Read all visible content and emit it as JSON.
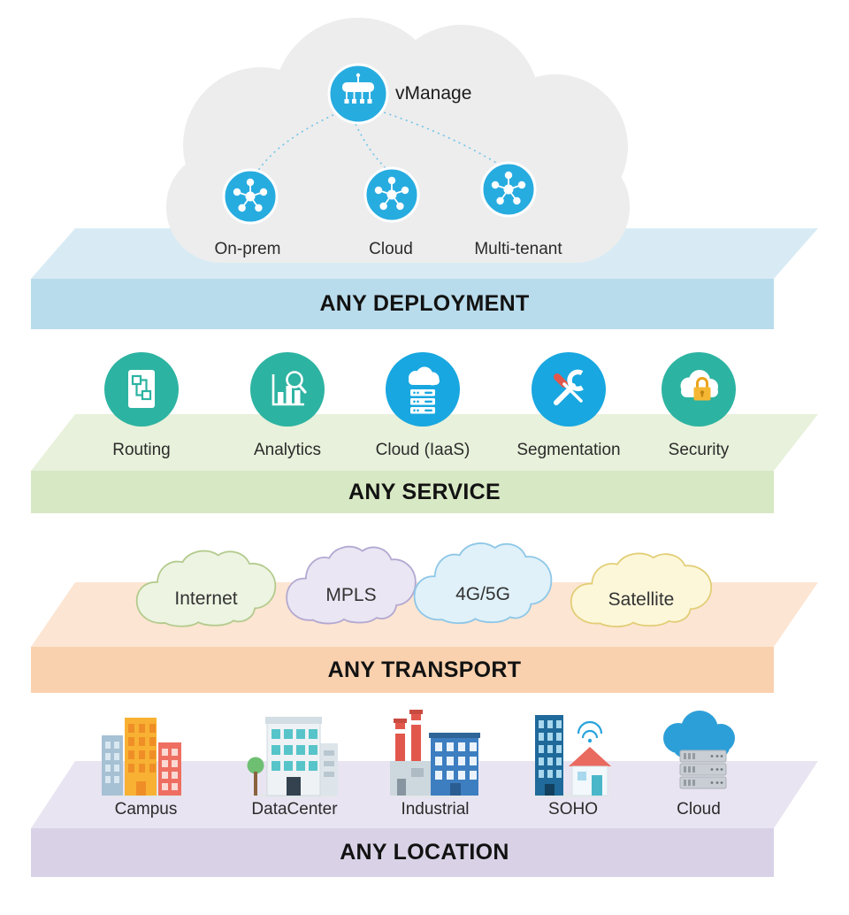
{
  "diagram": {
    "header": {
      "manager": {
        "label": "vManage",
        "icon": "controller-switch-icon",
        "color": "#27ace0"
      },
      "nodes": [
        {
          "label": "On-prem",
          "icon": "network-hub-icon",
          "color": "#27ace0"
        },
        {
          "label": "Cloud",
          "icon": "network-hub-icon",
          "color": "#27ace0"
        },
        {
          "label": "Multi-tenant",
          "icon": "network-hub-icon",
          "color": "#27ace0"
        }
      ],
      "link_style": "dotted",
      "link_color": "#6fc4ea",
      "cloud_color": "#ededed"
    },
    "layers": {
      "deployment": {
        "label": "ANY DEPLOYMENT",
        "top_color": "#d8ebf5",
        "front_color": "#b9dcec"
      },
      "service": {
        "label": "ANY SERVICE",
        "top_color": "#e8f1db",
        "front_color": "#d7e8c4",
        "items": [
          {
            "label": "Routing",
            "icon": "routing-document-icon",
            "color": "#2db3a2"
          },
          {
            "label": "Analytics",
            "icon": "analytics-magnifier-icon",
            "color": "#2db3a2"
          },
          {
            "label": "Cloud (IaaS)",
            "icon": "cloud-servers-icon",
            "color": "#18a7e0"
          },
          {
            "label": "Segmentation",
            "icon": "crossed-tools-icon",
            "color": "#18a7e0"
          },
          {
            "label": "Security",
            "icon": "cloud-padlock-icon",
            "color": "#2db3a2"
          }
        ]
      },
      "transport": {
        "label": "ANY TRANSPORT",
        "top_color": "#fce5d2",
        "front_color": "#f9d1ae",
        "items": [
          {
            "label": "Internet",
            "fill": "#edf4e2",
            "stroke": "#b4cb8e"
          },
          {
            "label": "MPLS",
            "fill": "#eae6f3",
            "stroke": "#b3a8d1"
          },
          {
            "label": "4G/5G",
            "fill": "#e0f1f9",
            "stroke": "#8ec7e7"
          },
          {
            "label": "Satellite",
            "fill": "#fdf7da",
            "stroke": "#e2ce77"
          }
        ]
      },
      "location": {
        "label": "ANY LOCATION",
        "top_color": "#e9e4f1",
        "front_color": "#d9d2e7",
        "items": [
          {
            "label": "Campus",
            "icon": "campus-buildings-icon"
          },
          {
            "label": "DataCenter",
            "icon": "datacenter-building-icon"
          },
          {
            "label": "Industrial",
            "icon": "factory-icon"
          },
          {
            "label": "SOHO",
            "icon": "office-home-icon"
          },
          {
            "label": "Cloud",
            "icon": "cloud-rack-icon"
          }
        ]
      }
    }
  }
}
